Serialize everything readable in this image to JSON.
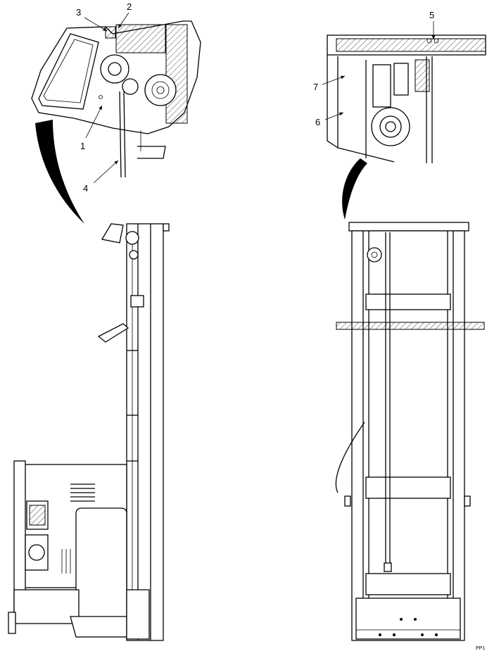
{
  "callouts": [
    {
      "id": "1",
      "label": "1"
    },
    {
      "id": "2",
      "label": "2"
    },
    {
      "id": "3",
      "label": "3"
    },
    {
      "id": "4",
      "label": "4"
    },
    {
      "id": "5",
      "label": "5"
    },
    {
      "id": "6",
      "label": "6"
    },
    {
      "id": "7",
      "label": "7"
    }
  ],
  "figure_id": "PP1"
}
